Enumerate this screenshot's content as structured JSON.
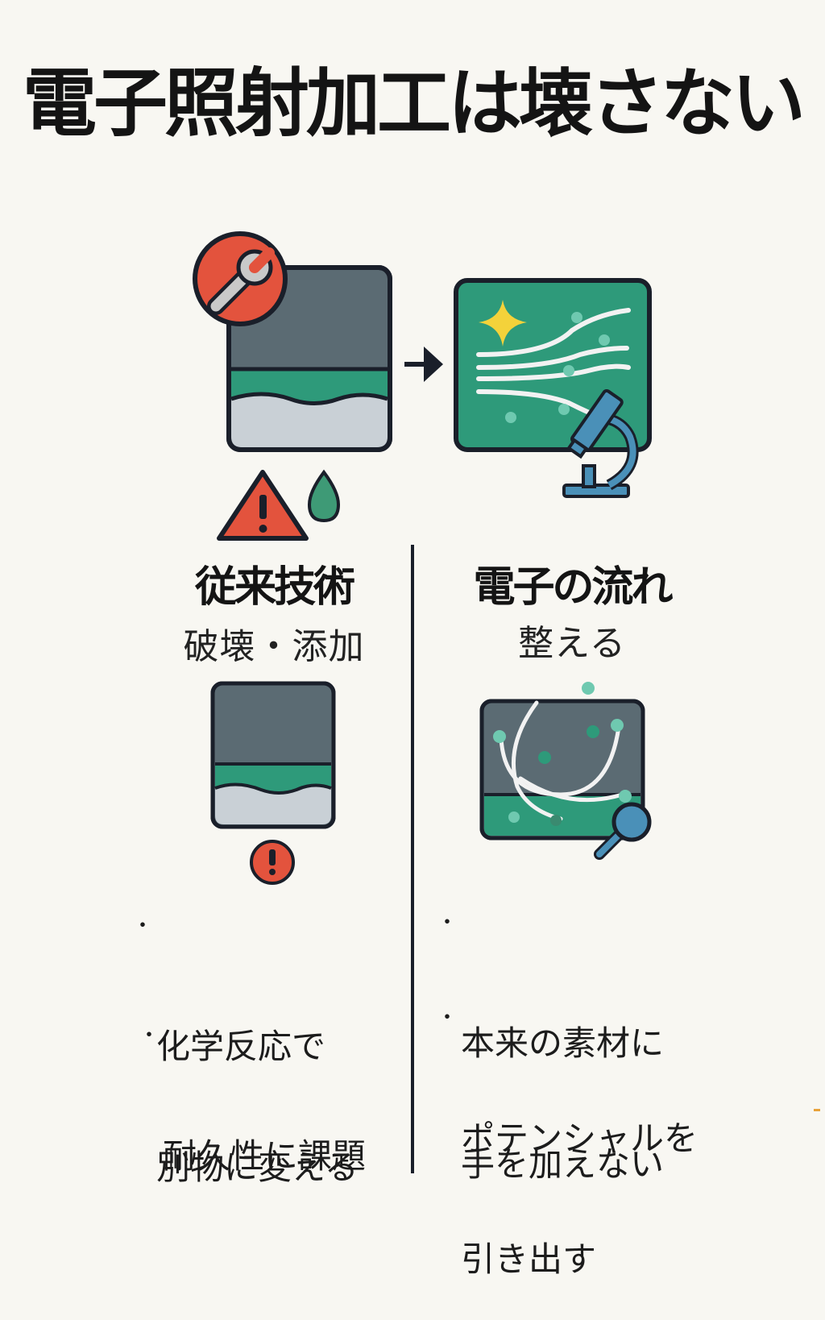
{
  "title": "電子照射加工は壊さない",
  "left": {
    "heading": "従来技術",
    "subheading": "破壊・添加",
    "bullets": [
      {
        "line1": "化学反応で",
        "line2": "別物に変える"
      },
      {
        "line1": "耐久性に課題",
        "line2": ""
      }
    ]
  },
  "right": {
    "heading": "電子の流れ",
    "subheading": "整える",
    "bullets": [
      {
        "line1": "本来の素材に",
        "line2": "手を加えない"
      },
      {
        "line1": "ポテンシャルを",
        "line2": "引き出す"
      }
    ]
  },
  "bullet_symbol": "・",
  "colors": {
    "background": "#f8f7f2",
    "dark_gray": "#5b6b73",
    "green": "#2e9a7a",
    "light_gray": "#c9d0d6",
    "red": "#e3533d",
    "yellow": "#f4d23a",
    "blue": "#4a90b8",
    "outline": "#1a1f2a"
  },
  "icons": [
    "wrench-badge-icon",
    "material-layers-icon",
    "arrow-right-icon",
    "electron-flow-panel-icon",
    "sparkle-icon",
    "microscope-icon",
    "warning-triangle-icon",
    "droplet-icon",
    "alert-circle-icon",
    "magnifier-icon"
  ]
}
